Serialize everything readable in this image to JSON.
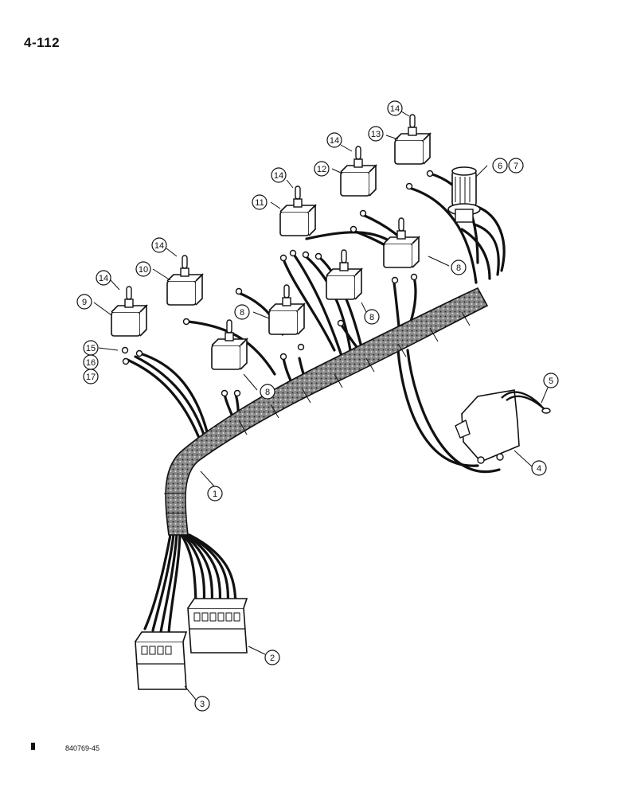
{
  "page": {
    "number": "4-112",
    "figure_code": "840769-45"
  },
  "colors": {
    "ink": "#111111",
    "paper": "#ffffff",
    "sleeve": "#6a6a6a"
  },
  "callouts": [
    "1",
    "2",
    "3",
    "4",
    "5",
    "6",
    "7",
    "8",
    "9",
    "10",
    "11",
    "12",
    "13",
    "14",
    "15",
    "16",
    "17"
  ]
}
